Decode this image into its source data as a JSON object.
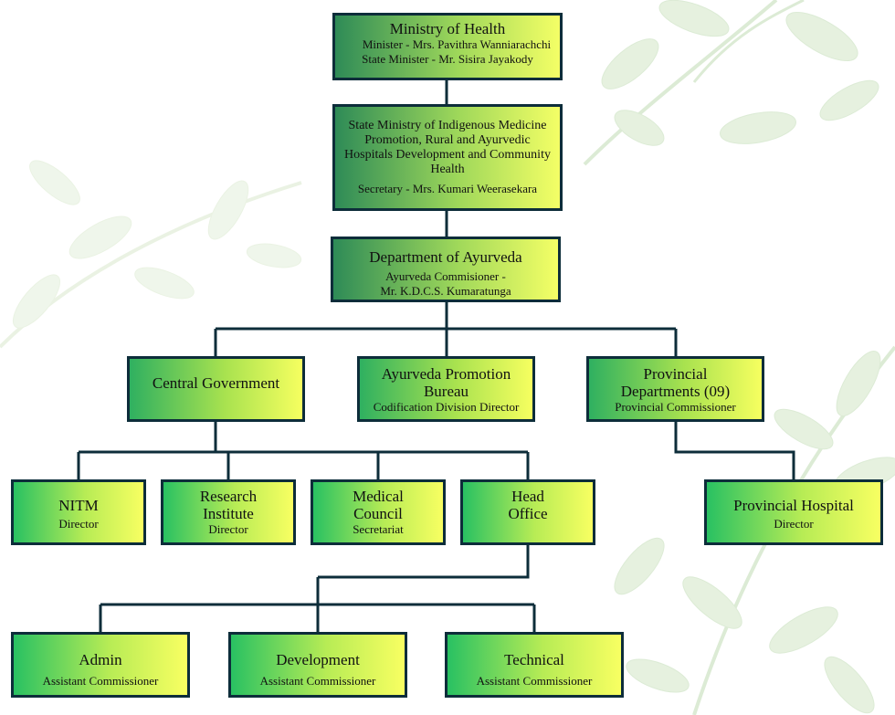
{
  "nodes": {
    "ministry": {
      "title": "Ministry of Health",
      "line1": "Minister - Mrs. Pavithra Wanniarachchi",
      "line2": "State Minister - Mr. Sisira Jayakody"
    },
    "state_ministry": {
      "title": "State Ministry of Indigenous Medicine Promotion, Rural and Ayurvedic Hospitals Development and Community Health",
      "line1": "Secretary - Mrs. Kumari Weerasekara"
    },
    "department": {
      "title": "Department of Ayurveda",
      "line1": "Ayurveda Commisioner -",
      "line2": "Mr. K.D.C.S. Kumaratunga"
    },
    "central_gov": {
      "title": "Central Government"
    },
    "promotion_bureau": {
      "title": "Ayurveda Promotion Bureau",
      "line1": "Codification Division Director"
    },
    "provincial_depts": {
      "title": "Provincial Departments (09)",
      "line1": "Provincial Commissioner"
    },
    "nitm": {
      "title": "NITM",
      "line1": "Director"
    },
    "research": {
      "title": "Research Institute",
      "line1": "Director"
    },
    "medical_council": {
      "title": "Medical Council",
      "line1": "Secretariat"
    },
    "head_office": {
      "title": "Head Office"
    },
    "provincial_hospital": {
      "title": "Provincial Hospital",
      "line1": "Director"
    },
    "admin": {
      "title": "Admin",
      "line1": "Assistant Commissioner"
    },
    "development": {
      "title": "Development",
      "line1": "Assistant Commissioner"
    },
    "technical": {
      "title": "Technical",
      "line1": "Assistant Commissioner"
    }
  }
}
